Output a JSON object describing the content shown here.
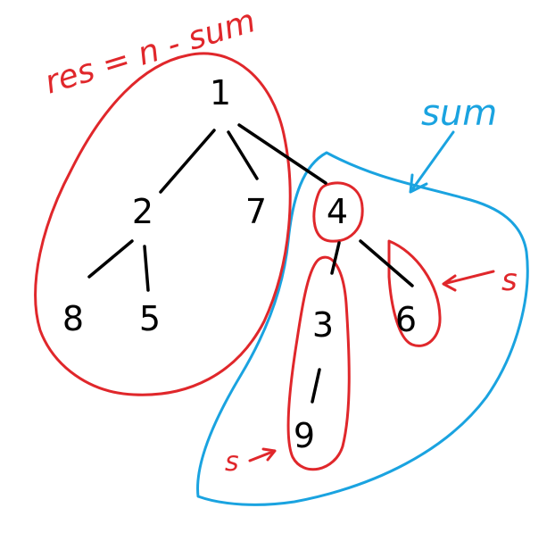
{
  "colors": {
    "ink": "#000000",
    "red": "#e0272b",
    "blue": "#1aa3e0"
  },
  "annotations": {
    "res_label": "res = n - sum",
    "sum_label": "sum",
    "s_right": "s",
    "s_bottom": "s"
  },
  "tree": {
    "nodes": [
      {
        "id": "n1",
        "label": "1"
      },
      {
        "id": "n2",
        "label": "2"
      },
      {
        "id": "n7",
        "label": "7"
      },
      {
        "id": "n4",
        "label": "4"
      },
      {
        "id": "n8",
        "label": "8"
      },
      {
        "id": "n5",
        "label": "5"
      },
      {
        "id": "n3",
        "label": "3"
      },
      {
        "id": "n6",
        "label": "6"
      },
      {
        "id": "n9",
        "label": "9"
      }
    ],
    "edges": [
      [
        "n1",
        "n2"
      ],
      [
        "n1",
        "n7"
      ],
      [
        "n1",
        "n4"
      ],
      [
        "n2",
        "n8"
      ],
      [
        "n2",
        "n5"
      ],
      [
        "n4",
        "n3"
      ],
      [
        "n4",
        "n6"
      ],
      [
        "n3",
        "n9"
      ]
    ]
  }
}
